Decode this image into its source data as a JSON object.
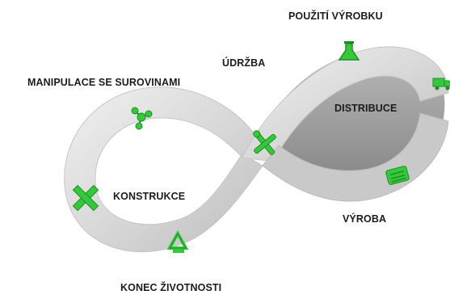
{
  "labels": {
    "pouziti": "POUŽITÍ VÝROBKU",
    "udrzba": "ÚDRŽBA",
    "manipulace": "MANIPULACE SE SUROVINAMI",
    "distribuce": "DISTRIBUCE",
    "konstrukce": "KONSTRUKCE",
    "vyroba": "VÝROBA",
    "konec": "KONEC ŽIVOTNOSTI"
  },
  "colors": {
    "band_light": "#e6e6e6",
    "band_dark": "#9a9a9a",
    "icon_green": "#35c83a",
    "icon_dark_green": "#1f8f25",
    "text": "#1c1c1c"
  },
  "icons": [
    "flask-icon",
    "truck-icon",
    "molecule-icon",
    "wrench-screwdriver-icon",
    "ruler-pencil-icon",
    "recycle-icon",
    "conveyor-icon"
  ]
}
